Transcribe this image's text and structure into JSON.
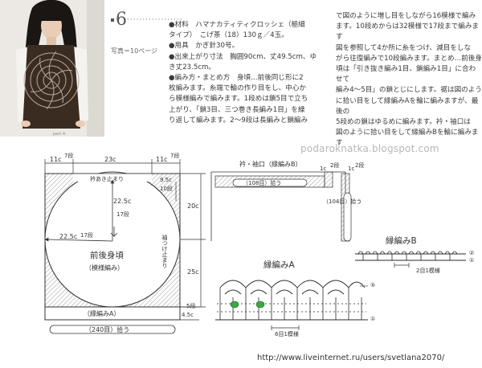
{
  "header": {
    "pattern_number": "6",
    "photo_ref": "写真＝10ページ",
    "part_caption": "part A"
  },
  "materials": {
    "lines": [
      "●材料　ハマナカティティクロッシェ（極細",
      "タイプ）　こげ茶（18）130ｇ／4玉。",
      "●用具　かぎ針30号。",
      "●出来上がり寸法　胸囲90cm、丈49.5cm、ゆ",
      "き丈23.5cm。",
      "●編み方・まとめ方　身頃…前後同じ形に2",
      "枚編みます。糸端で輪の作り目をし、中心か",
      "ら模様編みで編みます。1段めは鎖5目で立ち",
      "上がり、「鎖3目、三つ巻き長編み1目」を繰",
      "り返して編みます。2～9段は長編みと鎖編み"
    ]
  },
  "instructions": {
    "lines": [
      "で図のように増し目をしながら16模様で編み",
      "ます。10段めからは32模様で17段まで編みます",
      "図を参照して4か所に糸をつけ、減目をしな",
      "がら往復編みで10段編みます。まとめ…前後身",
      "頃は「引き抜き編み1目、鎖編み1目」に合わせて",
      "編み4～5目」の鎖とじにします。裾は図のよう",
      "に拾い目をして縁編みAを輪に編みますが、最後の",
      "5段めの鎖はゆるめに編みます。衿・袖口は",
      "図のように拾い目をして縁編みBを輪に編みます"
    ]
  },
  "watermarks": {
    "blog": "podaroknatka.blogspot.com",
    "footer_url": "http://www.liveinternet.ru/users/svetlana2070/"
  },
  "body_diagram": {
    "top_left_width": "11c",
    "top_center_width": "23c",
    "top_right_width": "11c",
    "top_left_rows": "7段",
    "top_right_rows": "7段",
    "top_edge_note": "衿あき止まり",
    "shoulder_width": "9.5c",
    "shoulder_rows": "10段",
    "height_upper": "20c",
    "height_lower": "25c",
    "radius_inner": "22.5c",
    "radius_inner_rows": "17段",
    "radius_left": "22.5c",
    "radius_left_rows": "17段",
    "side_note": "袖つけ止まり",
    "title": "前後身頃",
    "subtitle": "（模様編み）",
    "hem_height": "4.5c",
    "hem_rows": "5段",
    "hem_label": "（縁編みA）",
    "hem_pickup": "（240目）拾う"
  },
  "sleeve_diagram": {
    "title": "衿・袖口（縁編みB）",
    "right_width": "1c",
    "right_rows": "2段",
    "side_width": "1c",
    "side_rows": "2段",
    "pickup_top": "（108目）拾う",
    "pickup_side": "（104目）拾う"
  },
  "edging_b": {
    "title": "縁編みB",
    "row1": "①",
    "row2": "②",
    "repeat": "2目1模様"
  },
  "edging_a": {
    "title": "縁編みA",
    "row1": "①",
    "row5": "⑤",
    "repeat": "6目1模様"
  },
  "colors": {
    "hatch": "#9a9a9a",
    "line": "#333333",
    "chart_symbol": "#2a2a2a",
    "highlight": "#3aa845"
  }
}
